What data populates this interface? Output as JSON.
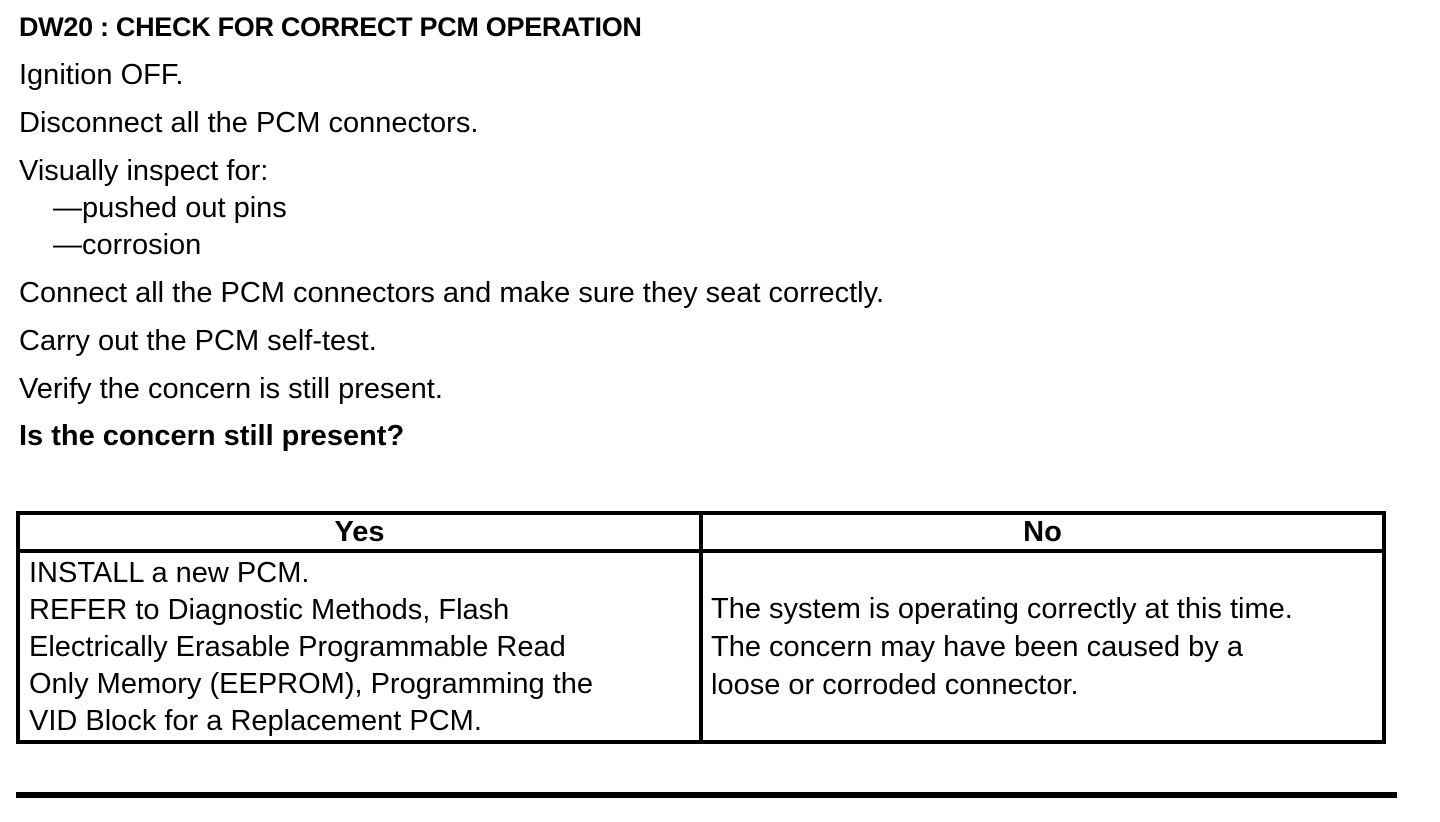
{
  "procedure": {
    "title": "DW20 : CHECK FOR CORRECT PCM OPERATION",
    "steps": [
      "Ignition OFF.",
      "Disconnect all the PCM connectors.",
      "Visually inspect for:",
      "Connect all the PCM connectors and make sure they seat correctly.",
      "Carry out the PCM self-test.",
      "Verify the concern is still present."
    ],
    "inspect_items": [
      "—pushed out pins",
      "—corrosion"
    ],
    "question": "Is the concern still present?"
  },
  "result_table": {
    "headers": {
      "yes": "Yes",
      "no": "No"
    },
    "yes_lines": [
      "INSTALL a new PCM.",
      "REFER to Diagnostic Methods, Flash",
      "Electrically Erasable Programmable Read",
      "Only Memory (EEPROM), Programming the",
      "VID Block for a Replacement PCM."
    ],
    "no_lines": [
      "The system is operating correctly at this time.",
      "The concern may have been caused by a",
      "loose or corroded connector."
    ]
  },
  "colors": {
    "ink": "#000000",
    "paper": "#ffffff"
  }
}
